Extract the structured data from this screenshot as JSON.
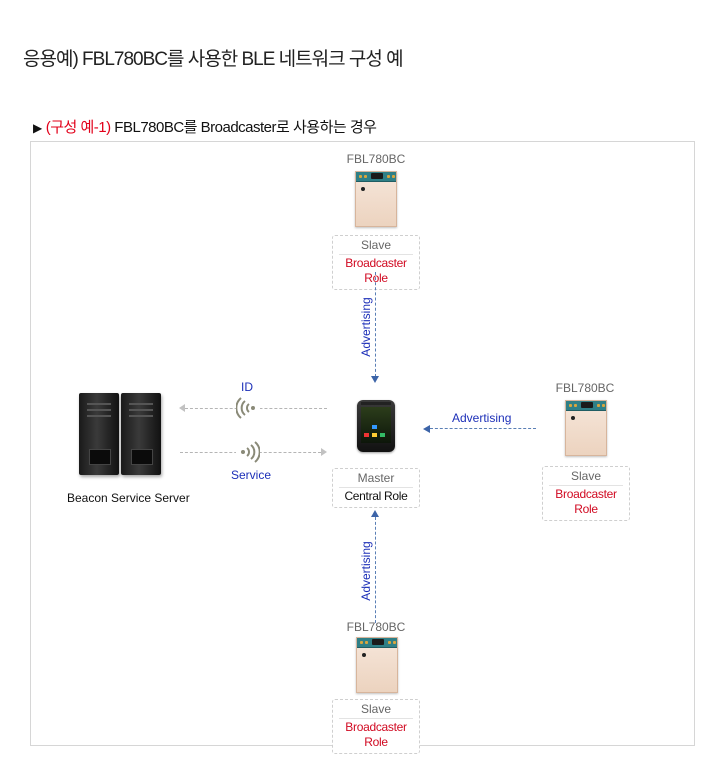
{
  "page_title": "응용예) FBL780BC를 사용한 BLE 네트워크 구성 예",
  "section": {
    "prefix": "▶",
    "highlight": "(구성 예-1)",
    "text": " FBL780BC를 Broadcaster로 사용하는 경우"
  },
  "devices": {
    "top": {
      "name": "FBL780BC",
      "role_line1": "Slave",
      "role_line2": "Broadcaster Role"
    },
    "right": {
      "name": "FBL780BC",
      "role_line1": "Slave",
      "role_line2": "Broadcaster Role"
    },
    "bottom": {
      "name": "FBL780BC",
      "role_line1": "Slave",
      "role_line2": "Broadcaster Role"
    },
    "center": {
      "role_line1": "Master",
      "role_line2": "Central Role"
    }
  },
  "links": {
    "top_label": "Advertising",
    "right_label": "Advertising",
    "bottom_label": "Advertising",
    "id_label": "ID",
    "service_label": "Service"
  },
  "server": {
    "label": "Beacon Service Server"
  },
  "colors": {
    "link_blue": "#1c2fb8",
    "role_red": "#d10a22",
    "arrow": "#3c64a8"
  },
  "icons": {
    "wifi_left": "wifi-signal-left-icon",
    "wifi_right": "wifi-signal-right-icon"
  }
}
